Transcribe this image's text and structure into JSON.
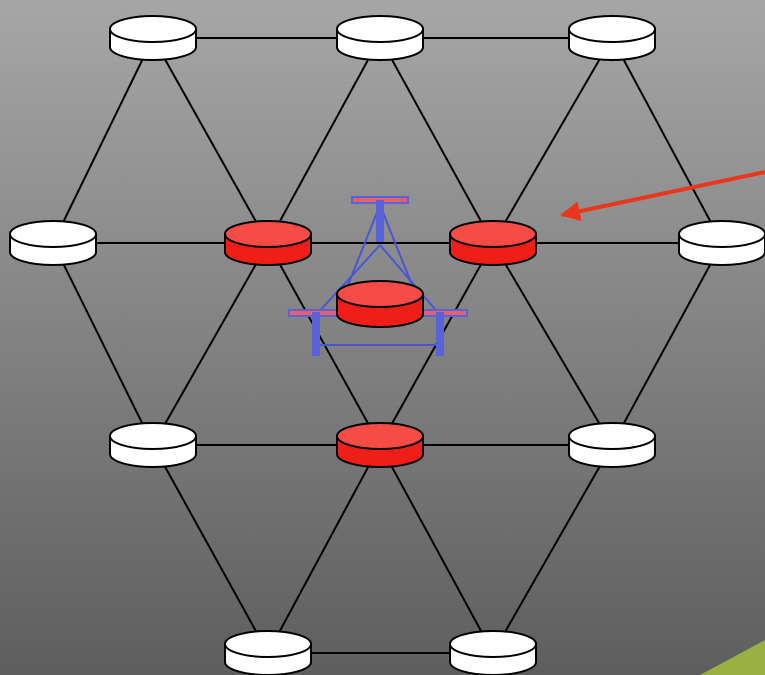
{
  "colors": {
    "background_top": "#a6a6a6",
    "background_bottom": "#5e5e5e",
    "accent_corner": "#9ab043",
    "node_white": "#ffffff",
    "node_red": "#f74b45",
    "node_red_side": "#ef1f17",
    "edge": "#000000",
    "arrow": "#e8371c",
    "tripod_line": "#4a55d6",
    "tripod_bar": "#5a62d8",
    "tripod_cap": "#e8606a"
  },
  "diagram": {
    "nodes": [
      {
        "id": "n1",
        "state": "white"
      },
      {
        "id": "n2",
        "state": "white"
      },
      {
        "id": "n3",
        "state": "white"
      },
      {
        "id": "n4",
        "state": "white"
      },
      {
        "id": "n5",
        "state": "red"
      },
      {
        "id": "n6",
        "state": "red"
      },
      {
        "id": "n7",
        "state": "white"
      },
      {
        "id": "n8",
        "state": "white"
      },
      {
        "id": "n9",
        "state": "red"
      },
      {
        "id": "n10",
        "state": "white"
      },
      {
        "id": "n11",
        "state": "white"
      },
      {
        "id": "n12",
        "state": "white"
      }
    ],
    "edges": [
      [
        "n1",
        "n2"
      ],
      [
        "n2",
        "n3"
      ],
      [
        "n4",
        "n5"
      ],
      [
        "n5",
        "n6"
      ],
      [
        "n6",
        "n7"
      ],
      [
        "n8",
        "n9"
      ],
      [
        "n9",
        "n10"
      ],
      [
        "n11",
        "n12"
      ],
      [
        "n1",
        "n4"
      ],
      [
        "n1",
        "n5"
      ],
      [
        "n2",
        "n5"
      ],
      [
        "n2",
        "n6"
      ],
      [
        "n3",
        "n6"
      ],
      [
        "n3",
        "n7"
      ],
      [
        "n4",
        "n8"
      ],
      [
        "n5",
        "n8"
      ],
      [
        "n5",
        "n9"
      ],
      [
        "n6",
        "n9"
      ],
      [
        "n6",
        "n10"
      ],
      [
        "n7",
        "n10"
      ],
      [
        "n8",
        "n11"
      ],
      [
        "n9",
        "n11"
      ],
      [
        "n9",
        "n12"
      ],
      [
        "n10",
        "n12"
      ]
    ],
    "center_device": {
      "state": "red",
      "icon": "tripod-icon"
    },
    "pointer": {
      "target": "n6",
      "icon": "arrow-icon"
    }
  }
}
